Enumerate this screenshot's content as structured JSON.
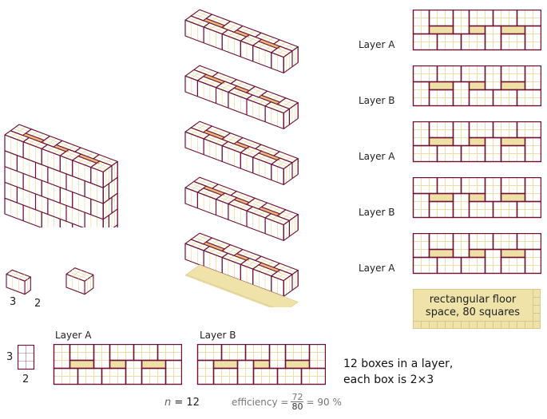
{
  "colors": {
    "box_edge": "#6e1030",
    "grid_line": "#ecdfa8",
    "box_face": "#ffffff",
    "gap_fill": "#efe0a6",
    "floor_fill": "#efe3a9",
    "iso_gap_fill": "#f5c98e"
  },
  "grid": {
    "cols": 16,
    "rows": 5,
    "cell": 10
  },
  "layers": {
    "A": {
      "label": "Layer A",
      "boxes": [
        [
          0,
          0,
          2,
          3
        ],
        [
          2,
          0,
          3,
          2
        ],
        [
          5,
          0,
          2,
          3
        ],
        [
          7,
          0,
          3,
          2
        ],
        [
          10,
          0,
          3,
          2
        ],
        [
          13,
          0,
          3,
          2
        ],
        [
          0,
          3,
          3,
          2
        ],
        [
          3,
          3,
          3,
          2
        ],
        [
          6,
          3,
          3,
          2
        ],
        [
          9,
          2,
          2,
          3
        ],
        [
          11,
          3,
          3,
          2
        ],
        [
          14,
          2,
          2,
          3
        ]
      ],
      "gaps": [
        [
          2,
          2,
          3,
          1
        ],
        [
          7,
          2,
          2,
          1
        ],
        [
          11,
          2,
          3,
          1
        ]
      ]
    },
    "B": {
      "label": "Layer B",
      "boxes": [
        [
          0,
          0,
          3,
          2
        ],
        [
          3,
          0,
          3,
          2
        ],
        [
          6,
          0,
          3,
          2
        ],
        [
          9,
          0,
          2,
          3
        ],
        [
          11,
          0,
          3,
          2
        ],
        [
          14,
          0,
          2,
          3
        ],
        [
          0,
          2,
          2,
          3
        ],
        [
          2,
          3,
          3,
          2
        ],
        [
          5,
          2,
          2,
          3
        ],
        [
          7,
          3,
          3,
          2
        ],
        [
          10,
          3,
          3,
          2
        ],
        [
          13,
          3,
          3,
          2
        ]
      ],
      "gaps": [
        [
          2,
          2,
          3,
          1
        ],
        [
          7,
          2,
          2,
          1
        ],
        [
          11,
          2,
          3,
          1
        ]
      ]
    }
  },
  "right_stack": {
    "labels": [
      "Layer A",
      "Layer B",
      "Layer A",
      "Layer B",
      "Layer A"
    ]
  },
  "floor": {
    "line1": "rectangular floor",
    "line2": "space, 80 squares"
  },
  "single_box": {
    "dim_width": "3",
    "dim_depth": "2",
    "flat_height_label": "3",
    "flat_width_label": "2"
  },
  "bottom": {
    "layer_a_label": "Layer A",
    "layer_b_label": "Layer B",
    "caption_line1": "12 boxes in a layer,",
    "caption_line2": "each box is 2×3",
    "n_label": "n",
    "n_eq": " = 12",
    "efficiency_label": "efficiency =",
    "eff_num": "72",
    "eff_den": "80",
    "eff_result": "= 90 %"
  }
}
